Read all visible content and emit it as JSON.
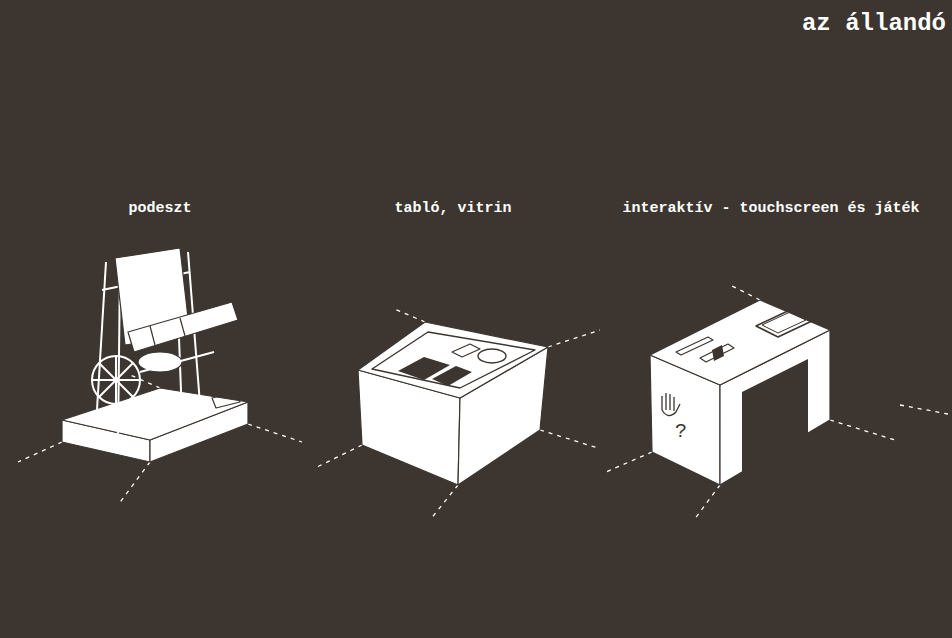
{
  "diagram": {
    "title": "az állandó",
    "labels": [
      "podeszt",
      "tabló, vitrin",
      "interaktív - touchscreen és játék",
      "?"
    ]
  }
}
